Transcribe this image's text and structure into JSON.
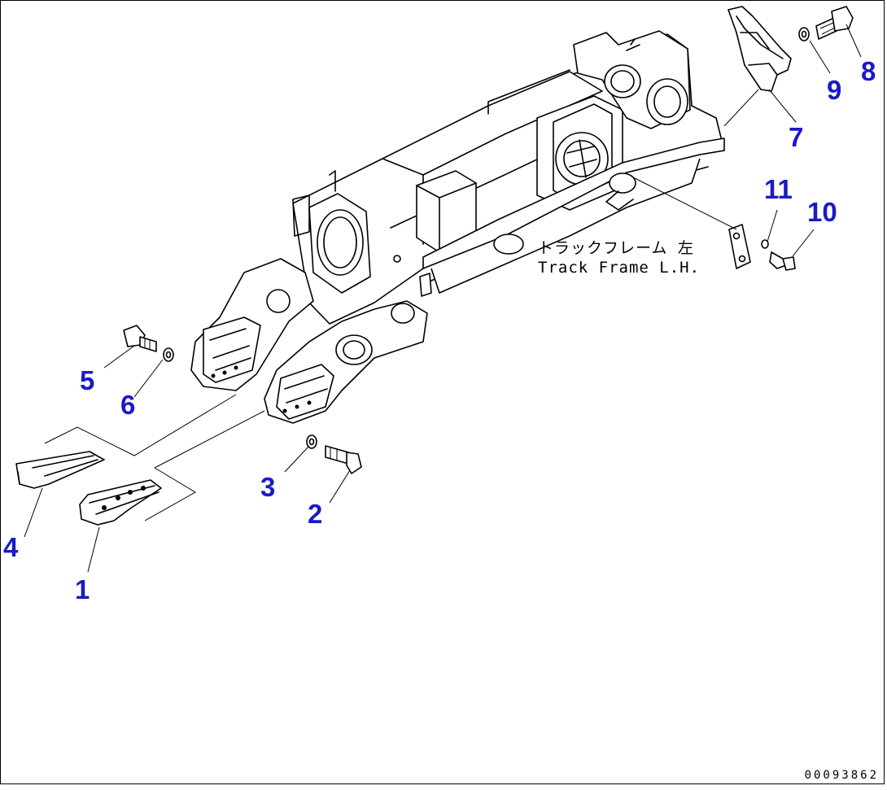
{
  "caption": {
    "japanese": "トラックフレーム 左",
    "english": "Track Frame L.H."
  },
  "drawing_id": "00093862",
  "callouts": [
    {
      "id": "1",
      "label": "1"
    },
    {
      "id": "2",
      "label": "2"
    },
    {
      "id": "3",
      "label": "3"
    },
    {
      "id": "4",
      "label": "4"
    },
    {
      "id": "5",
      "label": "5"
    },
    {
      "id": "6",
      "label": "6"
    },
    {
      "id": "7",
      "label": "7"
    },
    {
      "id": "8",
      "label": "8"
    },
    {
      "id": "9",
      "label": "9"
    },
    {
      "id": "10",
      "label": "10"
    },
    {
      "id": "11",
      "label": "11"
    }
  ],
  "colors": {
    "callout": "#1a1ac8",
    "line": "#000000",
    "background": "#ffffff"
  }
}
